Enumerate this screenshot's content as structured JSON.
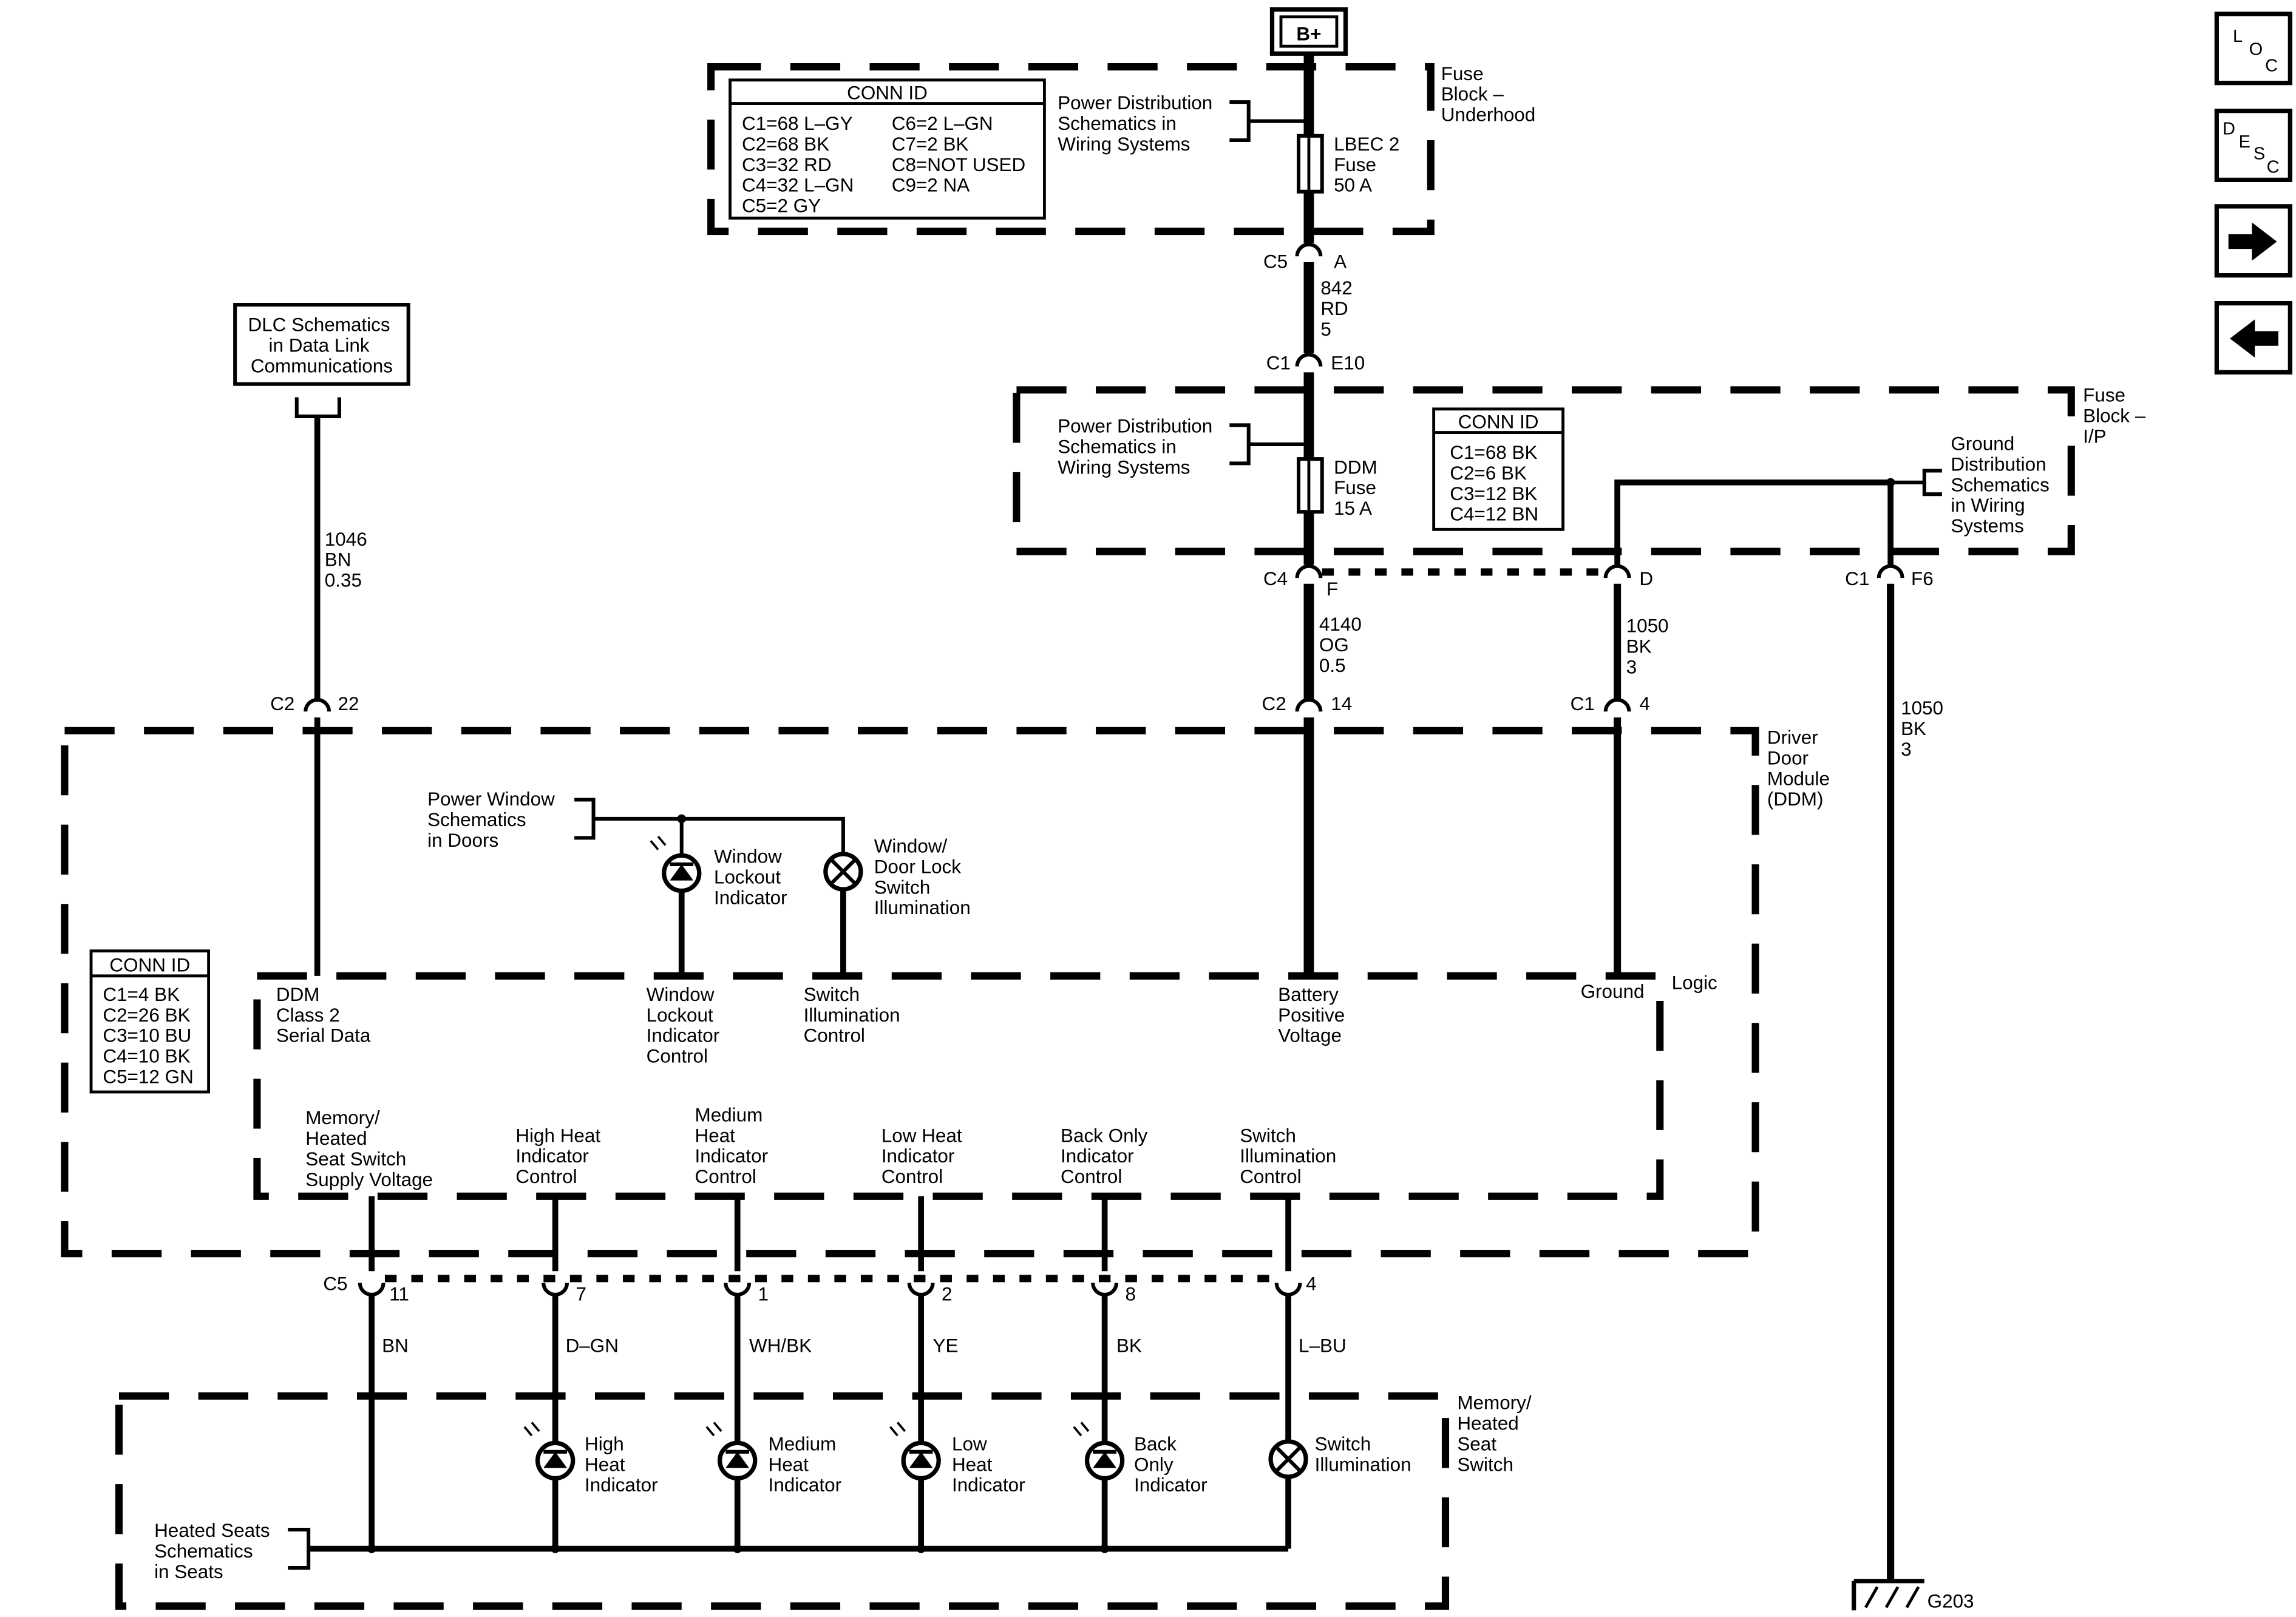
{
  "power": {
    "bplus": "B+"
  },
  "fuse_block_underhood": {
    "label": [
      "Fuse",
      "Block –",
      "Underhood"
    ],
    "conn_title": "CONN ID",
    "conn_left": [
      "C1=68 L–GY",
      "C2=68 BK",
      "C3=32 RD",
      "C4=32 L–GN",
      "C5=2 GY"
    ],
    "conn_right": [
      "C6=2 L–GN",
      "C7=2 BK",
      "C8=NOT USED",
      "C9=2 NA"
    ],
    "power_ref": [
      "Power Distribution",
      "Schematics in",
      "Wiring  Systems"
    ],
    "fuse": [
      "LBEC 2",
      "Fuse",
      "50 A"
    ]
  },
  "wire_842": {
    "conn_top": "C5",
    "pin_top": "A",
    "num": "842",
    "color": "RD",
    "size": "5",
    "conn_bot": "C1",
    "pin_bot": "E10"
  },
  "fuse_block_ip": {
    "label": [
      "Fuse",
      "Block –",
      "I/P"
    ],
    "conn_title": "CONN ID",
    "conn": [
      "C1=68 BK",
      "C2=6 BK",
      "C3=12 BK",
      "C4=12 BN"
    ],
    "power_ref": [
      "Power Distribution",
      "Schematics in",
      "Wiring  Systems"
    ],
    "fuse": [
      "DDM",
      "Fuse",
      "15 A"
    ],
    "ground_ref": [
      "Ground",
      "Distribution",
      "Schematics",
      "in Wiring",
      "Systems"
    ]
  },
  "conn_c4": {
    "conn": "C4",
    "pin_f": "F",
    "pin_d": "D"
  },
  "conn_c1_f6": {
    "conn": "C1",
    "pin": "F6"
  },
  "wire_4140": {
    "num": "4140",
    "color": "OG",
    "size": "0.5"
  },
  "wire_1050_d": {
    "num": "1050",
    "color": "BK",
    "size": "3"
  },
  "wire_1050_g": {
    "num": "1050",
    "color": "BK",
    "size": "3"
  },
  "ground": {
    "label": "G203"
  },
  "dlc": {
    "ref": [
      "DLC Schematics",
      "in Data Link",
      "Communications"
    ]
  },
  "wire_1046": {
    "num": "1046",
    "color": "BN",
    "size": "0.35"
  },
  "ddm_conns": {
    "c2_22": {
      "conn": "C2",
      "pin": "22"
    },
    "c2_14": {
      "conn": "C2",
      "pin": "14"
    },
    "c1_4": {
      "conn": "C1",
      "pin": "4"
    }
  },
  "ddm": {
    "label": [
      "Driver",
      "Door",
      "Module",
      "(DDM)"
    ],
    "conn_title": "CONN ID",
    "conn": [
      "C1=4 BK",
      "C2=26 BK",
      "C3=10 BU",
      "C4=10 BK",
      "C5=12 GN"
    ],
    "power_window_ref": [
      "Power Window",
      "Schematics",
      "in Doors"
    ],
    "window_lockout_led": [
      "Window",
      "Lockout",
      "Indicator"
    ],
    "switch_lamp": [
      "Window/",
      "Door Lock",
      "Switch",
      "Illumination"
    ],
    "logic": "Logic",
    "pin_serial": [
      "DDM",
      "Class 2",
      "Serial Data"
    ],
    "pin_lockout": [
      "Window",
      "Lockout",
      "Indicator",
      "Control"
    ],
    "pin_switch_illum": [
      "Switch",
      "Illumination",
      "Control"
    ],
    "pin_batt": [
      "Battery",
      "Positive",
      "Voltage"
    ],
    "pin_ground": "Ground",
    "pin_memory": [
      "Memory/",
      "Heated",
      "Seat Switch",
      "Supply Voltage"
    ],
    "pin_high": [
      "High Heat",
      "Indicator",
      "Control"
    ],
    "pin_medium": [
      "Medium",
      "Heat",
      "Indicator",
      "Control"
    ],
    "pin_low": [
      "Low Heat",
      "Indicator",
      "Control"
    ],
    "pin_back": [
      "Back Only",
      "Indicator",
      "Control"
    ],
    "pin_switch2": [
      "Switch",
      "Illumination",
      "Control"
    ]
  },
  "c5_conn": {
    "conn": "C5",
    "pins": [
      "11",
      "7",
      "1",
      "2",
      "8",
      "4"
    ],
    "colors": [
      "BN",
      "D–GN",
      "WH/BK",
      "YE",
      "BK",
      "L–BU"
    ]
  },
  "seat_switch": {
    "label": [
      "Memory/",
      "Heated",
      "Seat",
      "Switch"
    ],
    "heated_ref": [
      "Heated Seats",
      "Schematics",
      "in Seats"
    ],
    "high": [
      "High",
      "Heat",
      "Indicator"
    ],
    "medium": [
      "Medium",
      "Heat",
      "Indicator"
    ],
    "low": [
      "Low",
      "Heat",
      "Indicator"
    ],
    "back": [
      "Back",
      "Only",
      "Indicator"
    ],
    "illum": [
      "Switch",
      "Illumination"
    ]
  },
  "nav": {
    "loc": [
      "L",
      "O",
      "C"
    ],
    "desc": [
      "D",
      "E",
      "S",
      "C"
    ],
    "next_icon": "arrow-right",
    "prev_icon": "arrow-left"
  }
}
